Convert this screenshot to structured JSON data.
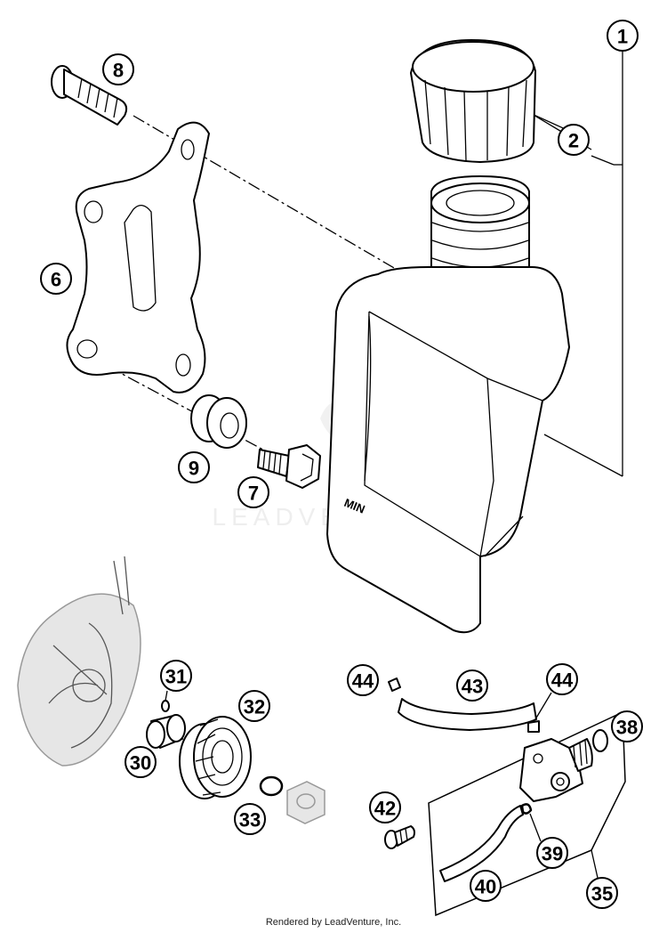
{
  "callouts": {
    "c1": "1",
    "c2": "2",
    "c6": "6",
    "c7": "7",
    "c8": "8",
    "c9": "9",
    "c30": "30",
    "c31": "31",
    "c32": "32",
    "c33": "33",
    "c35": "35",
    "c38": "38",
    "c39": "39",
    "c40": "40",
    "c42": "42",
    "c43": "43",
    "c44a": "44",
    "c44b": "44"
  },
  "tank_label": "MIN",
  "watermark": "LEADVENTURE",
  "footer": "Rendered by LeadVenture, Inc."
}
